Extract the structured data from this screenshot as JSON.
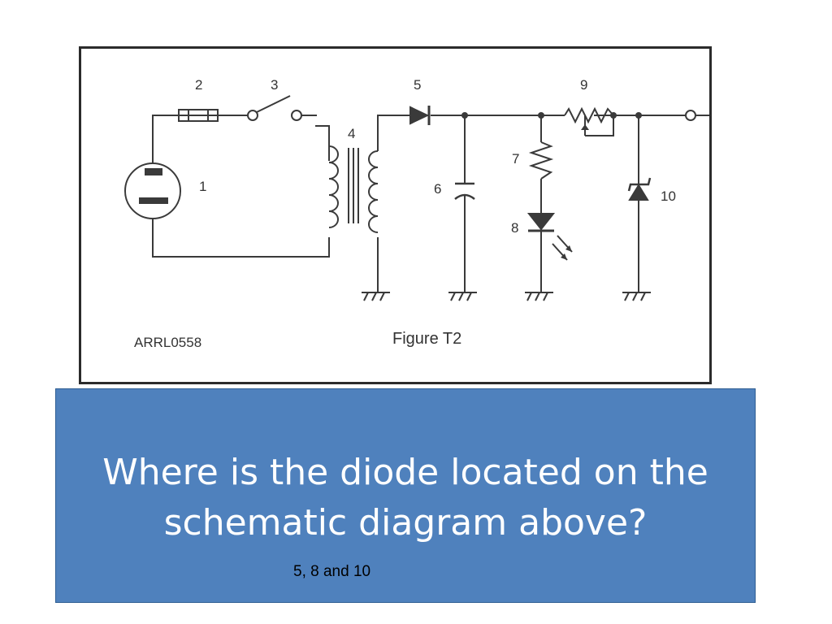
{
  "figure": {
    "component_labels": {
      "c1": "1",
      "c2": "2",
      "c3": "3",
      "c4": "4",
      "c5": "5",
      "c6": "6",
      "c7": "7",
      "c8": "8",
      "c9": "9",
      "c10": "10"
    },
    "reference_code": "ARRL0558",
    "caption": "Figure T2"
  },
  "question": {
    "text": "Where is the diode located on the schematic diagram above?",
    "answer": "5, 8 and 10"
  },
  "colors": {
    "box_fill": "#4f81bd",
    "box_border": "#2f5e93",
    "question_text": "#ffffff",
    "line": "#3a3a3a"
  }
}
